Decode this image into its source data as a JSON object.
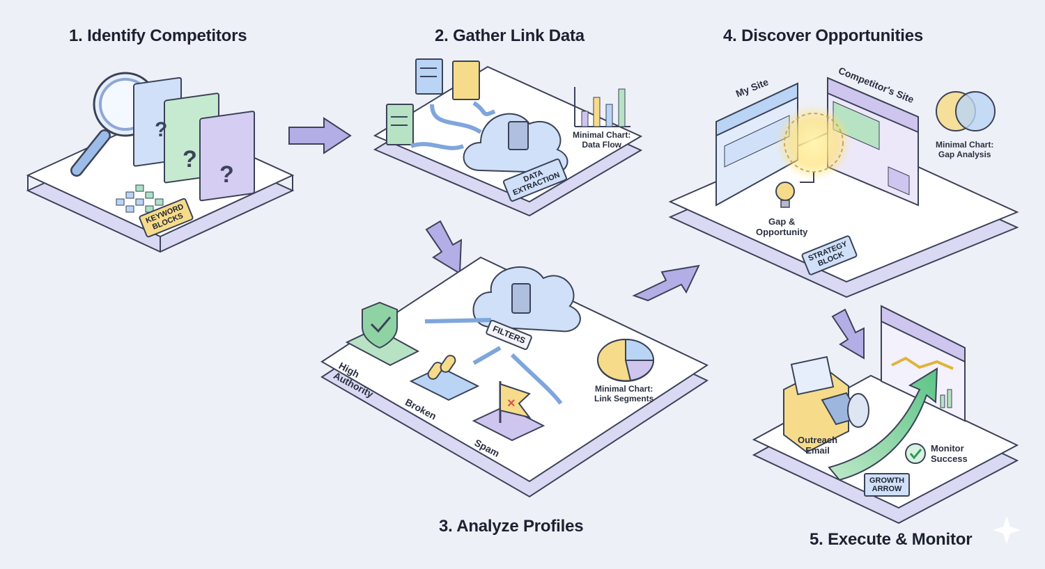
{
  "steps": {
    "s1": {
      "title": "1. Identify Competitors",
      "tag": [
        "KEYWORD",
        "BLOCKS"
      ]
    },
    "s2": {
      "title": "2. Gather Link Data",
      "tag": [
        "DATA",
        "EXTRACTION"
      ],
      "chart": [
        "Minimal Chart:",
        "Data Flow"
      ]
    },
    "s3": {
      "title": "3. Analyze Profiles",
      "filters": "FILTERS",
      "high": [
        "High",
        "Authority"
      ],
      "broken": "Broken",
      "spam": "Spam",
      "chart": [
        "Minimal Chart:",
        "Link Segments"
      ]
    },
    "s4": {
      "title": "4. Discover Opportunities",
      "my_site": "My Site",
      "competitor_site": "Competitor's Site",
      "gap": [
        "Gap &",
        "Opportunity"
      ],
      "tag": [
        "STRATEGY",
        "BLOCK"
      ],
      "chart": [
        "Minimal Chart:",
        "Gap Analysis"
      ]
    },
    "s5": {
      "title": "5. Execute & Monitor",
      "outreach": [
        "Outreach",
        "Email"
      ],
      "monitor": [
        "Monitor",
        "Success"
      ],
      "tag": [
        "GROWTH",
        "ARROW"
      ]
    }
  },
  "colors": {
    "background": "#eef0f8",
    "blue": "#b9d4f4",
    "green": "#b7e2c4",
    "purple": "#cfc6ef",
    "yellow": "#f6dc8a",
    "arrow": "#b3aee6"
  }
}
